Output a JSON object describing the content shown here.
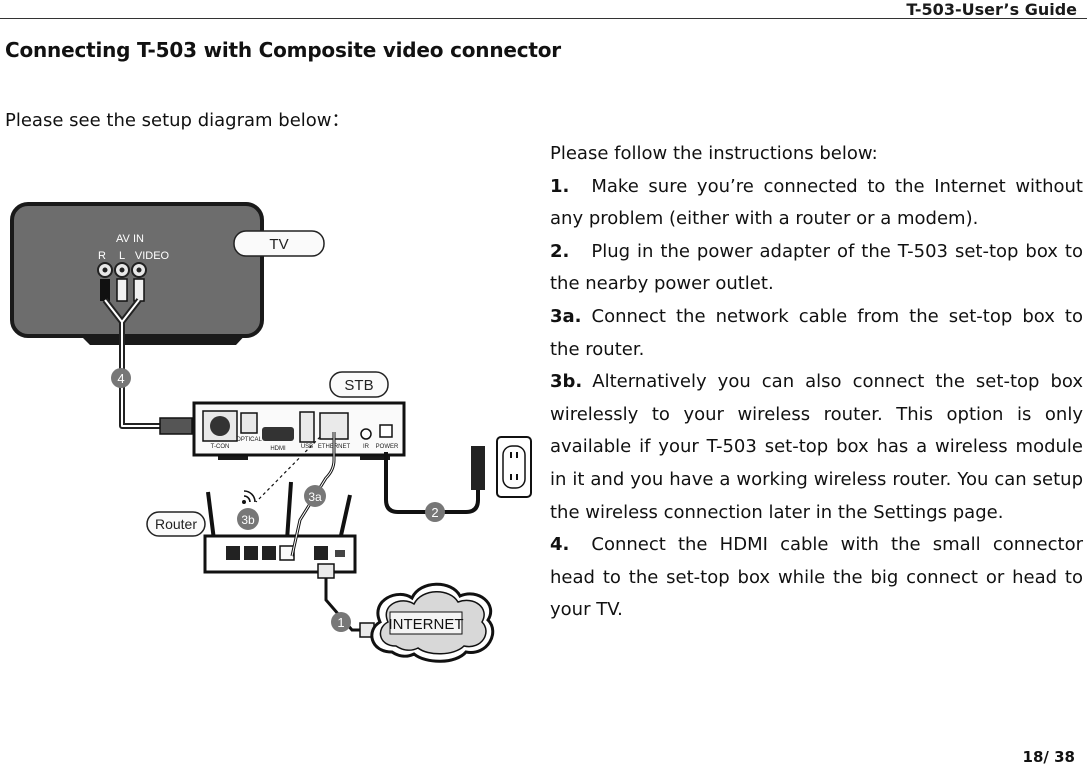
{
  "header": {
    "title": "T-503-User’s Guide"
  },
  "section_title": "Connecting T-503 with Composite video connector",
  "intro": "Please see the setup diagram below：",
  "instructions": {
    "lead": "Please follow the instructions below:",
    "steps": [
      {
        "num": "1.",
        "text": "Make sure you’re connected to the Internet without any problem (either with a router or a modem)."
      },
      {
        "num": "2.",
        "text": "Plug in the power adapter of the T-503 set-top box to the nearby power outlet."
      },
      {
        "num": "3a.",
        "text": "Connect the network cable from the set-top box to the router."
      },
      {
        "num": "3b.",
        "text": "Alternatively you can also connect the set-top box wirelessly to your wireless router. This option is only available if your T-503 set-top box has a wireless module in it and you have a working wireless router. You can setup the wireless connection later in the Settings page."
      },
      {
        "num": "4.",
        "text": "Connect the HDMI cable with the small connector head to the set-top box while the big connect or head to your TV."
      }
    ]
  },
  "diagram": {
    "tv_label": "TV",
    "av_in": "AV IN",
    "av_r": "R",
    "av_l": "L",
    "av_video": "VIDEO",
    "stb_label": "STB",
    "port_tcon": "T-CON",
    "port_optical": "OPTICAL",
    "port_hdmi": "HDMI",
    "port_usb": "USB",
    "port_ethernet": "ETHERNET",
    "port_ir": "IR",
    "port_power": "POWER",
    "router_label": "Router",
    "internet_label": "INTERNET",
    "badge_1": "1",
    "badge_2": "2",
    "badge_3a": "3a",
    "badge_3b": "3b",
    "badge_4": "4"
  },
  "page_number": "18/ 38"
}
